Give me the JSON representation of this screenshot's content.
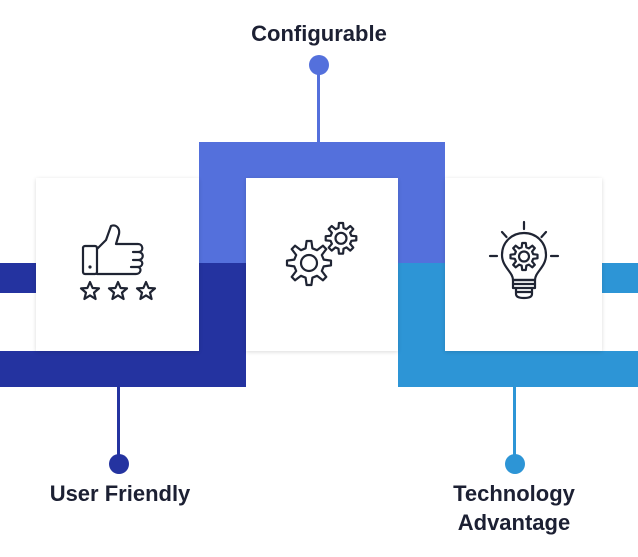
{
  "colors": {
    "dark_blue": "#2433a0",
    "mid_blue": "#5470dc",
    "light_blue": "#2d95d6",
    "icon_stroke": "#1f2433",
    "label_text": "#1c2033"
  },
  "steps": [
    {
      "label": "User Friendly",
      "icon": "thumbs-up-with-stars-icon",
      "color": "#2433a0"
    },
    {
      "label": "Configurable",
      "icon": "gears-icon",
      "color": "#5470dc"
    },
    {
      "label_line1": "Technology",
      "label_line2": "Advantage",
      "icon": "lightbulb-gear-icon",
      "color": "#2d95d6"
    }
  ]
}
